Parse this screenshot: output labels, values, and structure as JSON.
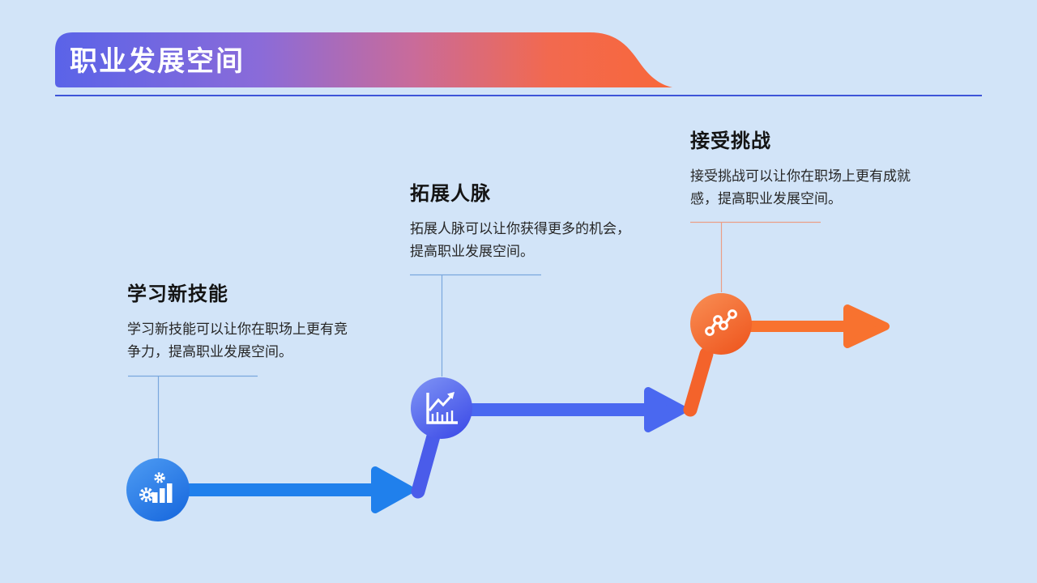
{
  "slide": {
    "background_color": "#d2e4f8",
    "header": {
      "title": "职业发展空间",
      "banner_gradient": [
        "#5a63e8",
        "#8a6bd9",
        "#c96b9a",
        "#f8683a"
      ],
      "underline_color": "#3e55d8"
    },
    "steps": [
      {
        "title": "学习新技能",
        "description": "学习新技能可以让你在职场上更有竞争力，提高职业发展空间。",
        "icon": "gears-bar-chart-icon",
        "accent_color": "#2080ec",
        "circle_gradient": [
          "#4e9cf3",
          "#1c6cdf"
        ],
        "connector_color": "#7aa7dd"
      },
      {
        "title": "拓展人脉",
        "description": "拓展人脉可以让你获得更多的机会，提高职业发展空间。",
        "icon": "growth-chart-icon",
        "accent_color": "#4a68f0",
        "circle_gradient": [
          "#8095f5",
          "#4150e8"
        ],
        "connector_color": "#7aa7dd"
      },
      {
        "title": "接受挑战",
        "description": "接受挑战可以让你在职场上更有成就感，提高职业发展空间。",
        "icon": "trend-nodes-icon",
        "accent_color": "#f8722f",
        "circle_gradient": [
          "#f98f55",
          "#ef5a22"
        ],
        "connector_color": "#eb9e87"
      }
    ]
  }
}
